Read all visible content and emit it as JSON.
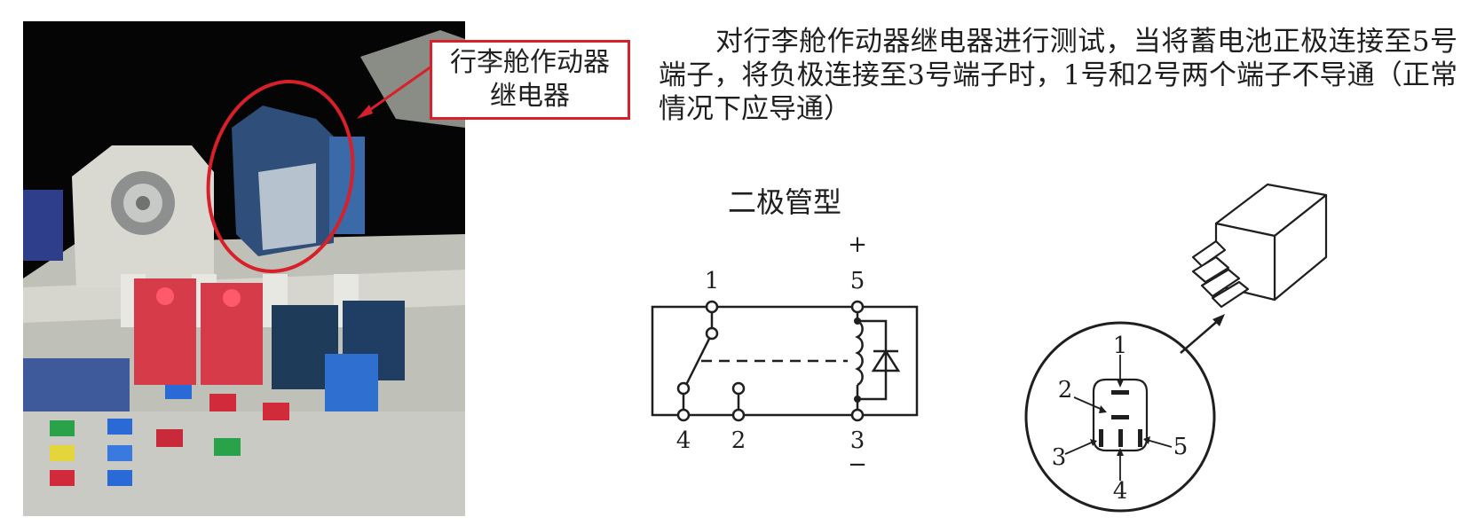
{
  "photo": {
    "callout_lines": [
      "行李舱作动器",
      "继电器"
    ],
    "highlight_color": "#d7202a"
  },
  "description": "对行李舱作动器继电器进行测试，当将蓄电池正极连接至5号端子，将负极连接至3号端子时，1号和2号两个端子不导通（正常情况下应导通）",
  "schematic": {
    "title": "二极管型",
    "plus": "+",
    "minus": "−",
    "terminals": {
      "t1": "1",
      "t2": "2",
      "t3": "3",
      "t4": "4",
      "t5": "5"
    }
  },
  "connector": {
    "pins": {
      "p1": "1",
      "p2": "2",
      "p3": "3",
      "p4": "4",
      "p5": "5"
    }
  }
}
